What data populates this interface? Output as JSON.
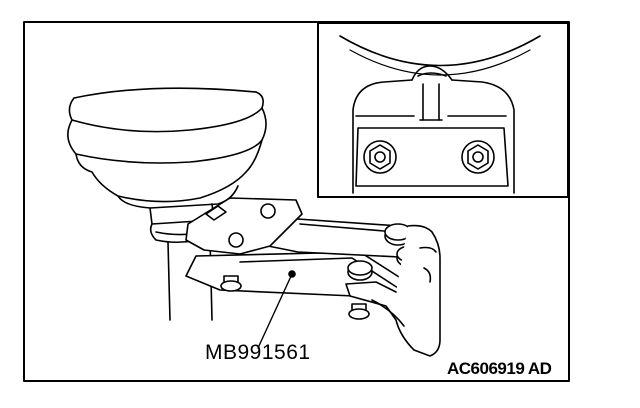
{
  "diagram": {
    "tool_label": "MB991561",
    "figure_id": "AC606919 AD",
    "colors": {
      "line": "#000000",
      "background": "#ffffff"
    },
    "elements": [
      "drive-shaft-boot",
      "boot-band",
      "band-crimper-tool",
      "hand",
      "detail-inset",
      "clamp-bolts",
      "leader-line"
    ]
  }
}
